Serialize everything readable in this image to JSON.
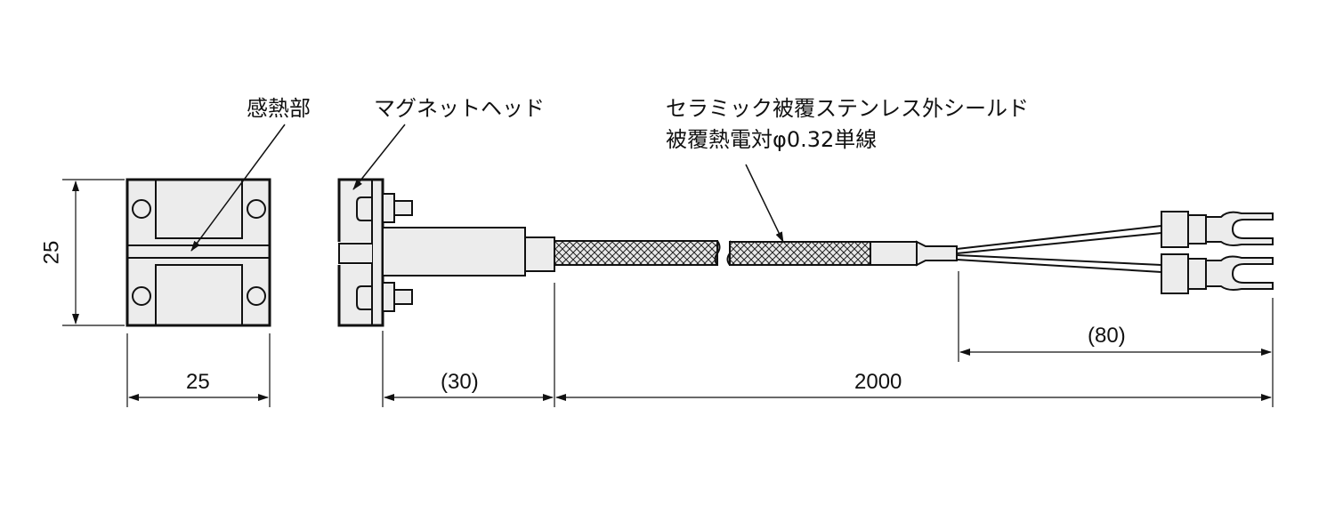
{
  "labels": {
    "sensing_part": "感熱部",
    "magnet_head": "マグネットヘッド",
    "cable_line1": "セラミック被覆ステンレス外シールド",
    "cable_line2": "被覆熱電対φ0.32単線"
  },
  "dimensions": {
    "height": "25",
    "width": "25",
    "head_length": "(30)",
    "cable_length": "2000",
    "lead_length": "(80)"
  },
  "colors": {
    "fill": "#ececec",
    "line": "#111111"
  }
}
